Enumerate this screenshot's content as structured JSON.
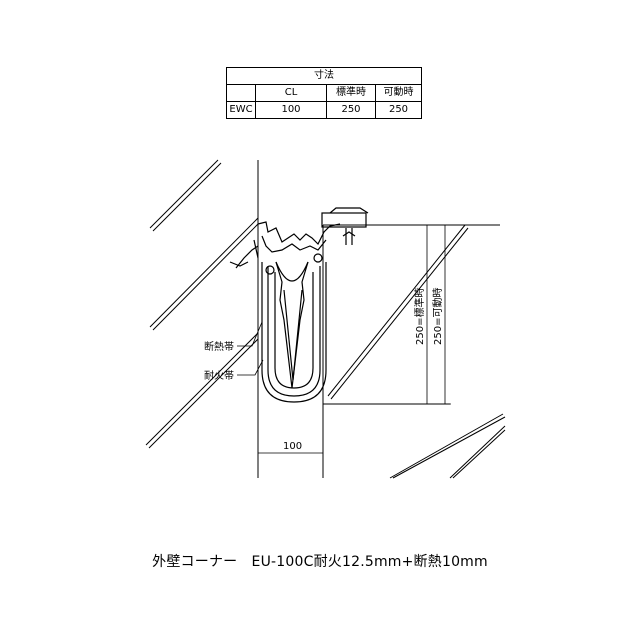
{
  "dims_table": {
    "title": "寸法",
    "headers": [
      "CL",
      "標準時",
      "可動時"
    ],
    "row_label": "EWC",
    "values": [
      "100",
      "250",
      "250"
    ]
  },
  "labels": {
    "heat_band": "断熱帯",
    "fire_band": "耐火帯",
    "width_dim": "100",
    "std_dim": "250=標準時",
    "move_dim": "250=可動時"
  },
  "caption": "外壁コーナー　EU-100C耐火12.5mm+断熱10mm"
}
